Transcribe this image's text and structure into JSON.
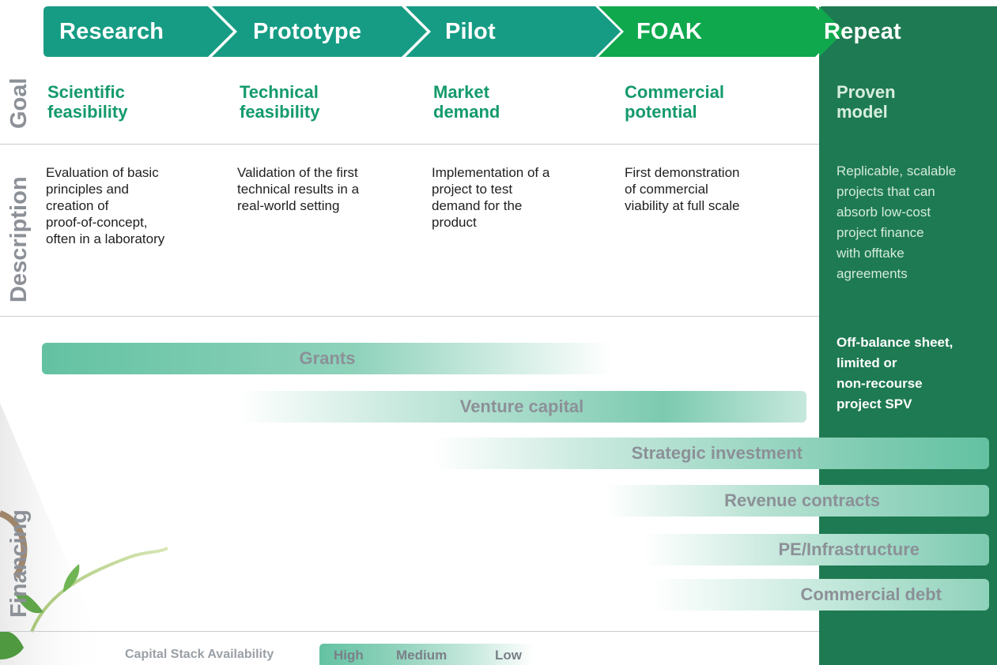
{
  "stages": [
    "Research",
    "Prototype",
    "Pilot",
    "FOAK",
    "Repeat"
  ],
  "row_labels": {
    "goal": "Goal",
    "description": "Description",
    "financing": "Financing"
  },
  "goals": [
    [
      "Scientific",
      "feasibility"
    ],
    [
      "Technical",
      "feasibility"
    ],
    [
      "Market",
      "demand"
    ],
    [
      "Commercial",
      "potential"
    ],
    [
      "Proven",
      "model"
    ]
  ],
  "descriptions": [
    [
      "Evaluation of basic",
      "principles and",
      "creation of",
      "proof-of-concept,",
      "often in a laboratory"
    ],
    [
      "Validation of the first",
      "technical results in a",
      "real-world setting"
    ],
    [
      "Implementation of a",
      "project to test",
      "demand for the",
      "product"
    ],
    [
      "First demonstration",
      "of commercial",
      "viability at full scale"
    ],
    [
      "Replicable, scalable",
      "projects that can",
      "absorb low-cost",
      "project finance",
      "with offtake",
      "agreements"
    ]
  ],
  "repeat_financing": [
    "Off-balance sheet,",
    "limited or",
    "non-recourse",
    "project SPV"
  ],
  "financing_bars": [
    "Grants",
    "Venture capital",
    "Strategic investment",
    "Revenue contracts",
    "PE/Infrastructure",
    "Commercial debt"
  ],
  "legend": {
    "title": "Capital Stack Availability",
    "levels": [
      "High",
      "Medium",
      "Low"
    ]
  },
  "colors": {
    "stage_teal": "#169c84",
    "stage_green": "#0fa84d",
    "repeat_dark": "#1e7a52",
    "goal_text": "#149a6b",
    "bar_fill": "#63c2a2"
  }
}
